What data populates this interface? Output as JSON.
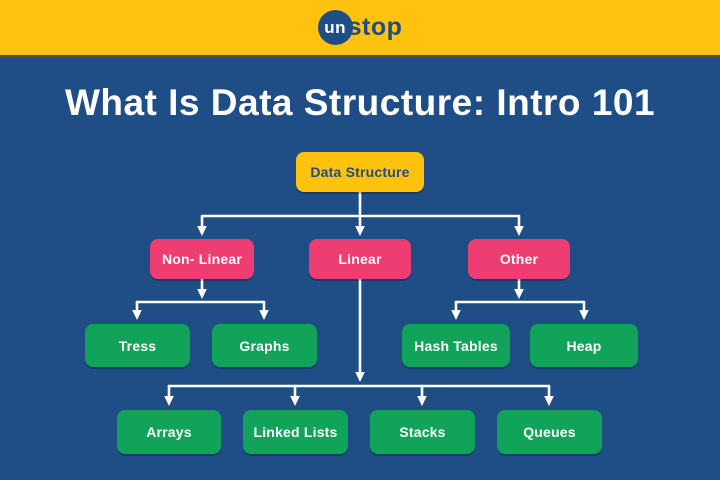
{
  "header": {
    "logo": {
      "circle_text": "un",
      "rest_text": "stop"
    }
  },
  "title": "What Is Data Structure: Intro 101",
  "colors": {
    "brand_yellow": "#FFC20E",
    "brand_blue": "#1F4E87",
    "node_pink": "#EE3D72",
    "node_green": "#12A35B",
    "connector_white": "#FFFFFF"
  },
  "nodes": {
    "root": "Data Structure",
    "non_linear": "Non- Linear",
    "linear": "Linear",
    "other": "Other",
    "tress": "Tress",
    "graphs": "Graphs",
    "hash_tables": "Hash Tables",
    "heap": "Heap",
    "arrays": "Arrays",
    "linked_lists": "Linked Lists",
    "stacks": "Stacks",
    "queues": "Queues"
  },
  "hierarchy": {
    "Data Structure": [
      "Non- Linear",
      "Linear",
      "Other"
    ],
    "Non- Linear": [
      "Tress",
      "Graphs"
    ],
    "Linear": [
      "Arrays",
      "Linked Lists",
      "Stacks",
      "Queues"
    ],
    "Other": [
      "Hash Tables",
      "Heap"
    ]
  }
}
